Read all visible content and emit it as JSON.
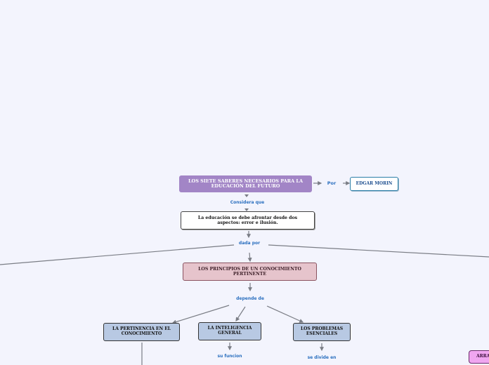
{
  "nodes": {
    "title": "LOS SIETE SABERES NECESARIOS PARA LA EDUCACIÓN DEL FUTURO",
    "author": "EDGAR MORIN",
    "education": "La educación se debe afrontar desde dos aspectos: error e ilusión.",
    "principles": "LOS PRINCIPIOS DE UN CONOCIMIENTO PERTINENTE",
    "relevance": "LA PERTINENCIA EN EL CONOCIMIENTO",
    "intelligence": "LA INTELIGENCIA GENERAL",
    "problems": "LOS PROBLEMAS ESENCIALES",
    "partial_right": "ARRA"
  },
  "labels": {
    "por": "Por",
    "considera": "Considera que",
    "dada": "dada por",
    "depende": "depende de",
    "funcion": "su funcion",
    "divide": "se divide en"
  },
  "colors": {
    "background": "#f3f4fd",
    "title_fill": "#a285c6",
    "principles_fill": "#e6c4cc",
    "topic_fill": "#b8c9e3",
    "label_text": "#2a6fbf",
    "connector": "#7a7d85"
  }
}
